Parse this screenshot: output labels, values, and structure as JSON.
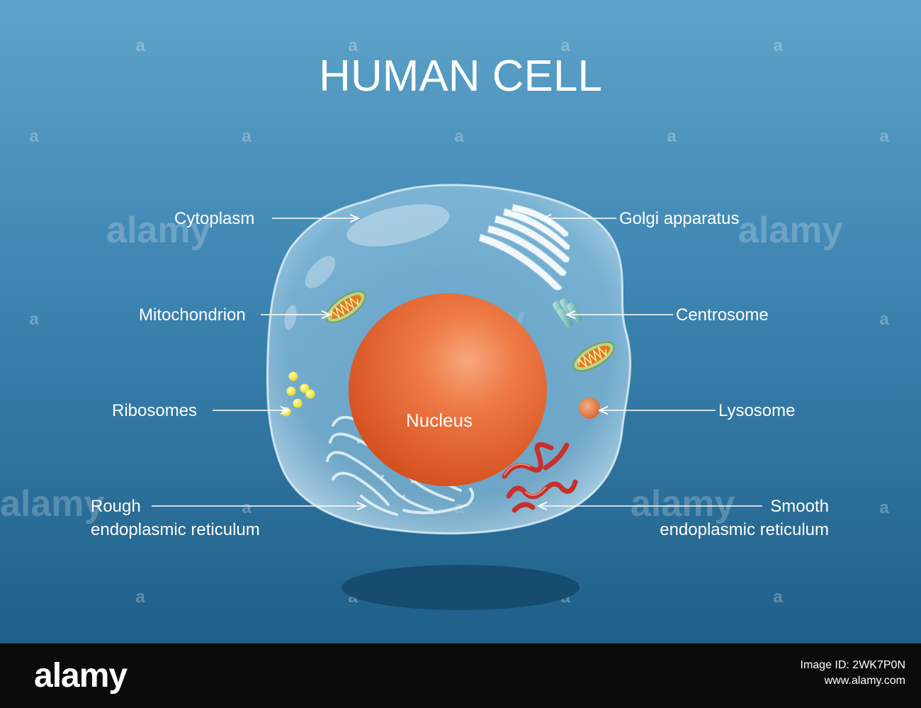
{
  "title": "HUMAN CELL",
  "labels": {
    "cytoplasm": "Cytoplasm",
    "golgi": "Golgi apparatus",
    "mitochondrion": "Mitochondrion",
    "centrosome": "Centrosome",
    "ribosomes": "Ribosomes",
    "lysosome": "Lysosome",
    "nucleus": "Nucleus",
    "rough_er_line1": "Rough",
    "rough_er_line2": "endoplasmic reticulum",
    "smooth_er_line1": "Smooth",
    "smooth_er_line2": "endoplasmic reticulum"
  },
  "watermark": {
    "brand": "alamy",
    "glyph": "a"
  },
  "footer": {
    "logo": "alamy",
    "image_id": "Image ID: 2WK7P0N",
    "site": "www.alamy.com"
  },
  "colors": {
    "background_top": "#5b9fc7",
    "background_bottom": "#1f6088",
    "nucleus": "#e8612c",
    "ribosome": "#f3ea2a",
    "smooth_er": "#c7302b",
    "mitochondrion_inner": "#e07c1e",
    "footer": "#0b0b0b"
  }
}
